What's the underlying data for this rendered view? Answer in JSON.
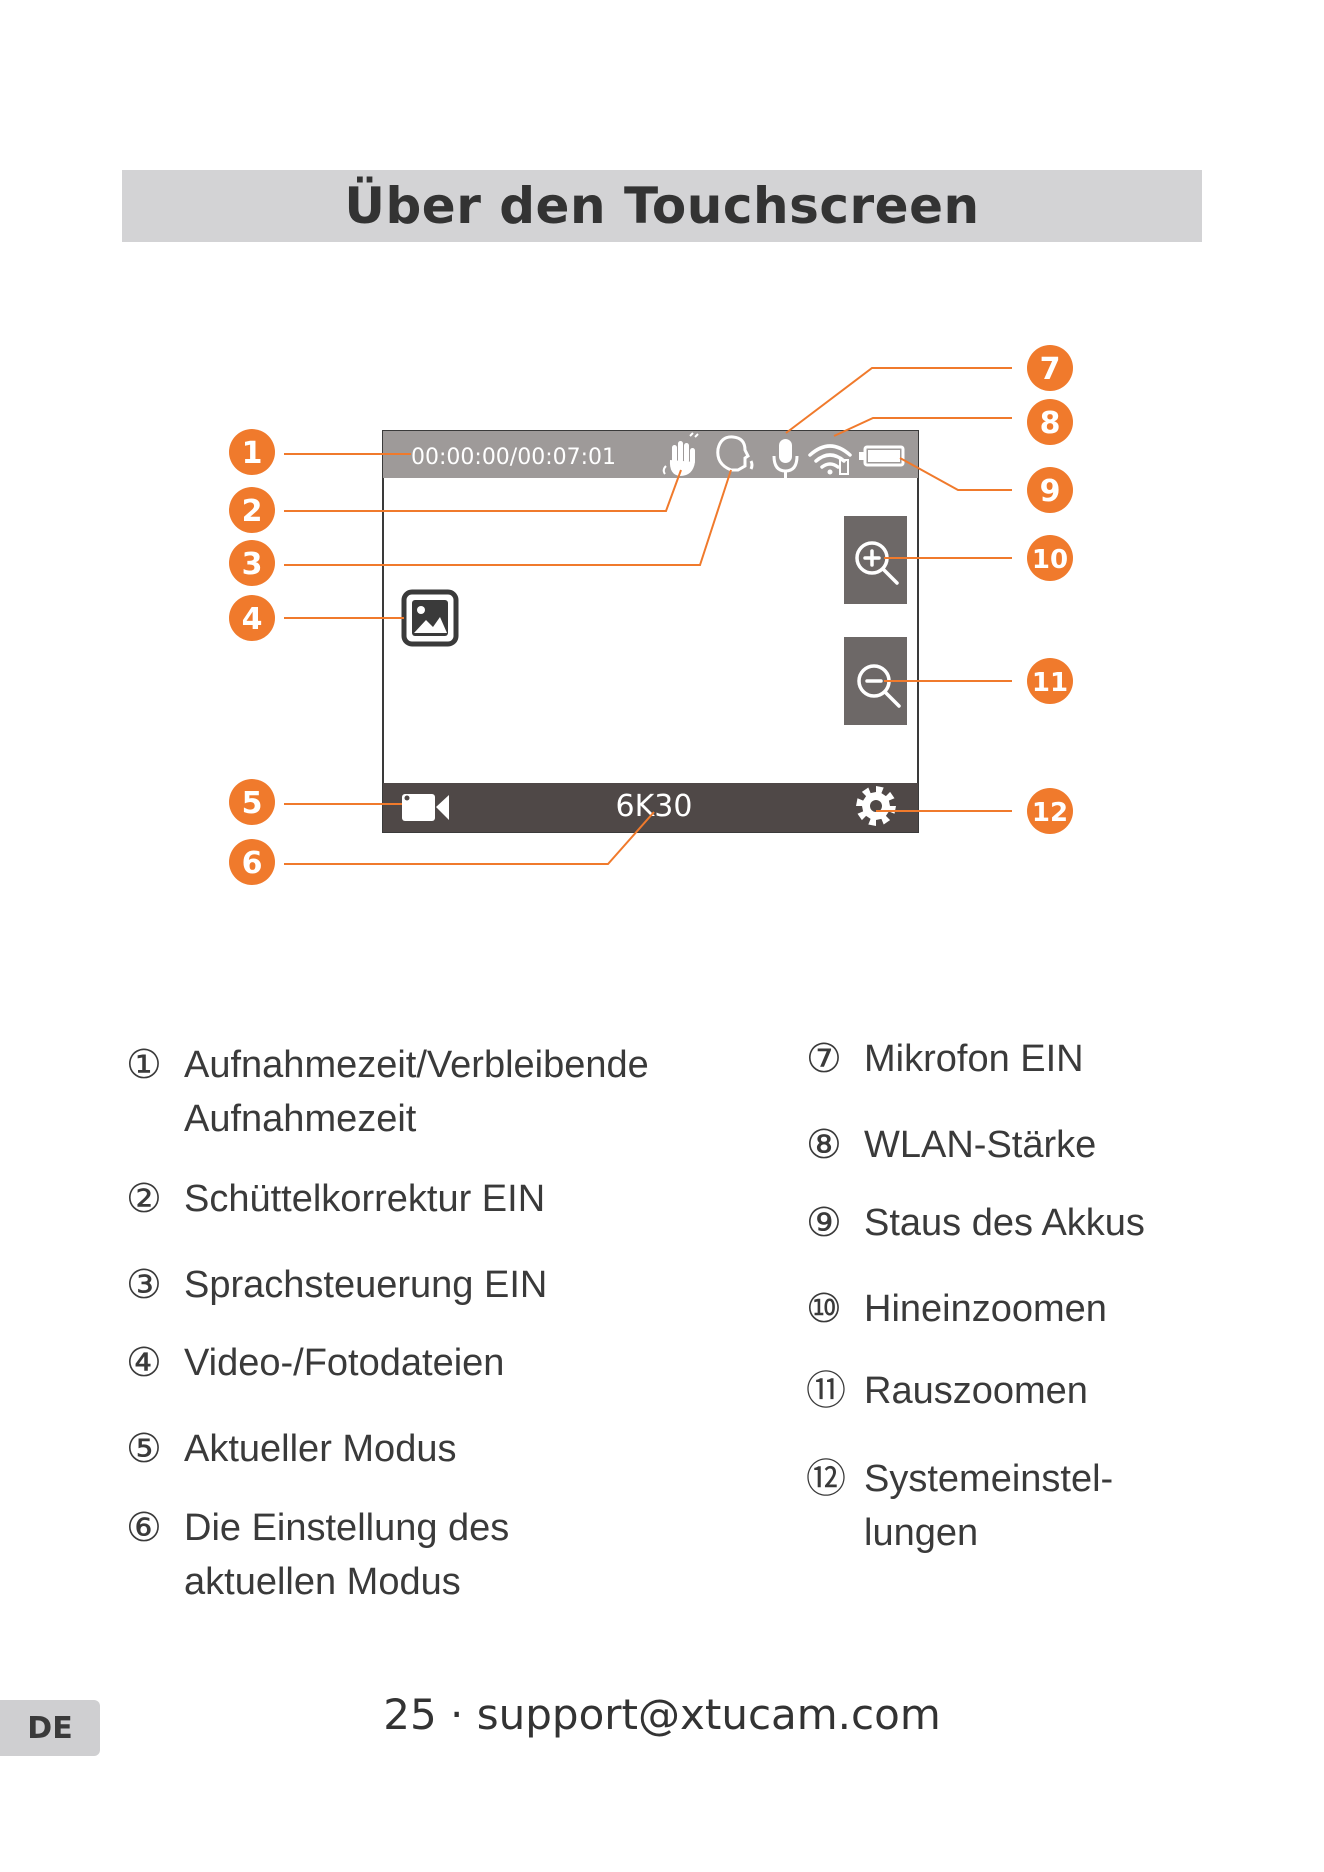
{
  "title": "Über den Touchscreen",
  "screen": {
    "time_display": "00:00:00/00:07:01",
    "mode_setting": "6K30"
  },
  "callout_numbers": [
    "1",
    "2",
    "3",
    "4",
    "5",
    "6",
    "7",
    "8",
    "9",
    "10",
    "11",
    "12"
  ],
  "icons": {
    "shake_correction": "shake-hand-icon",
    "voice_control": "voice-head-icon",
    "microphone": "microphone-icon",
    "wifi": "wifi-icon",
    "battery": "battery-icon",
    "zoom_in": "zoom-in-icon",
    "zoom_out": "zoom-out-icon",
    "gallery": "gallery-icon",
    "video_mode": "video-camera-icon",
    "settings": "gear-icon"
  },
  "colors": {
    "accent": "#f07a2c",
    "top_bar": "#9e9a99",
    "bottom_bar": "#4f4847",
    "zoom_button": "#6d6867"
  },
  "legend_left": [
    {
      "num": "①",
      "text": "Aufnahmezeit/Verbleibende",
      "text2": "Aufnahmezeit"
    },
    {
      "num": "②",
      "text": "Schüttelkorrektur EIN"
    },
    {
      "num": "③",
      "text": "Sprachsteuerung EIN"
    },
    {
      "num": "④",
      "text": "Video-/Fotodateien"
    },
    {
      "num": "⑤",
      "text": "Aktueller Modus"
    },
    {
      "num": "⑥",
      "text": "Die Einstellung des",
      "text2": "aktuellen Modus"
    }
  ],
  "legend_right": [
    {
      "num": "⑦",
      "text": "Mikrofon EIN"
    },
    {
      "num": "⑧",
      "text": "WLAN-Stärke"
    },
    {
      "num": "⑨",
      "text": "Staus des Akkus"
    },
    {
      "num": "⑩",
      "text": "Hineinzoomen"
    },
    {
      "num": "⑪",
      "text": "Rauszoomen"
    },
    {
      "num": "⑫",
      "text": "Systemeinstel-",
      "text2": "lungen"
    }
  ],
  "footer": "25 · support@xtucam.com",
  "lang": "DE"
}
